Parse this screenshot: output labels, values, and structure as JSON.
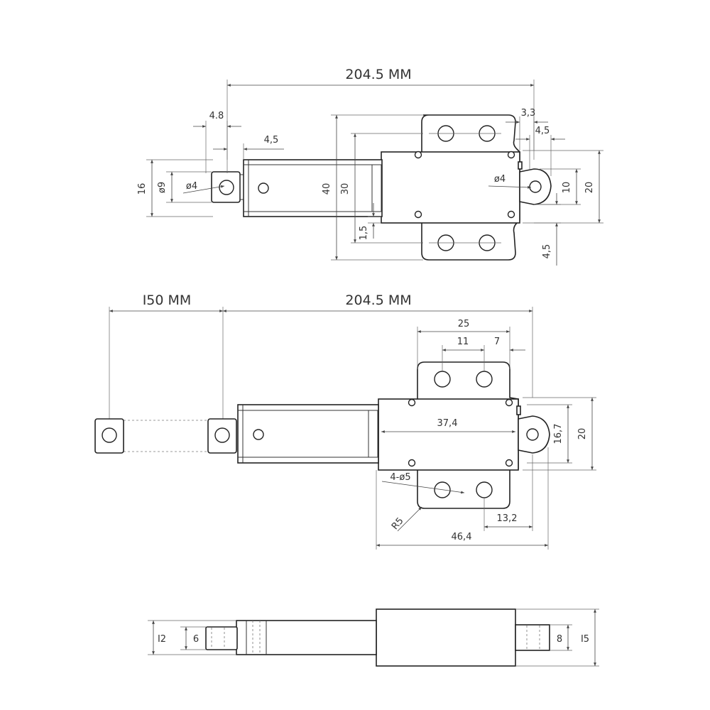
{
  "views": {
    "top": {
      "total_length": "204.5 MM",
      "d_4_8": "4.8",
      "d_4_5_left": "4,5",
      "d_16": "16",
      "d_dia9": "ø9",
      "d_dia4_left": "ø4",
      "d_40": "40",
      "d_30": "30",
      "d_1_5": "1,5",
      "d_3_3": "3,3",
      "d_4_5_right": "4,5",
      "d_dia4_right": "ø4",
      "d_10": "10",
      "d_20": "20",
      "d_4_5_bottom": "4,5"
    },
    "middle": {
      "stroke_length": "I50 MM",
      "total_length": "204.5 MM",
      "d_25": "25",
      "d_11": "11",
      "d_7": "7",
      "d_37_4": "37,4",
      "d_16_7": "16,7",
      "d_20": "20",
      "d_4_dia5": "4-ø5",
      "d_r5": "R5",
      "d_13_2": "13,2",
      "d_46_4": "46,4"
    },
    "bottom": {
      "d_12": "I2",
      "d_6": "6",
      "d_8": "8",
      "d_15": "I5"
    }
  },
  "colors": {
    "line": "#222222",
    "dimension": "#444444",
    "background": "#ffffff"
  }
}
